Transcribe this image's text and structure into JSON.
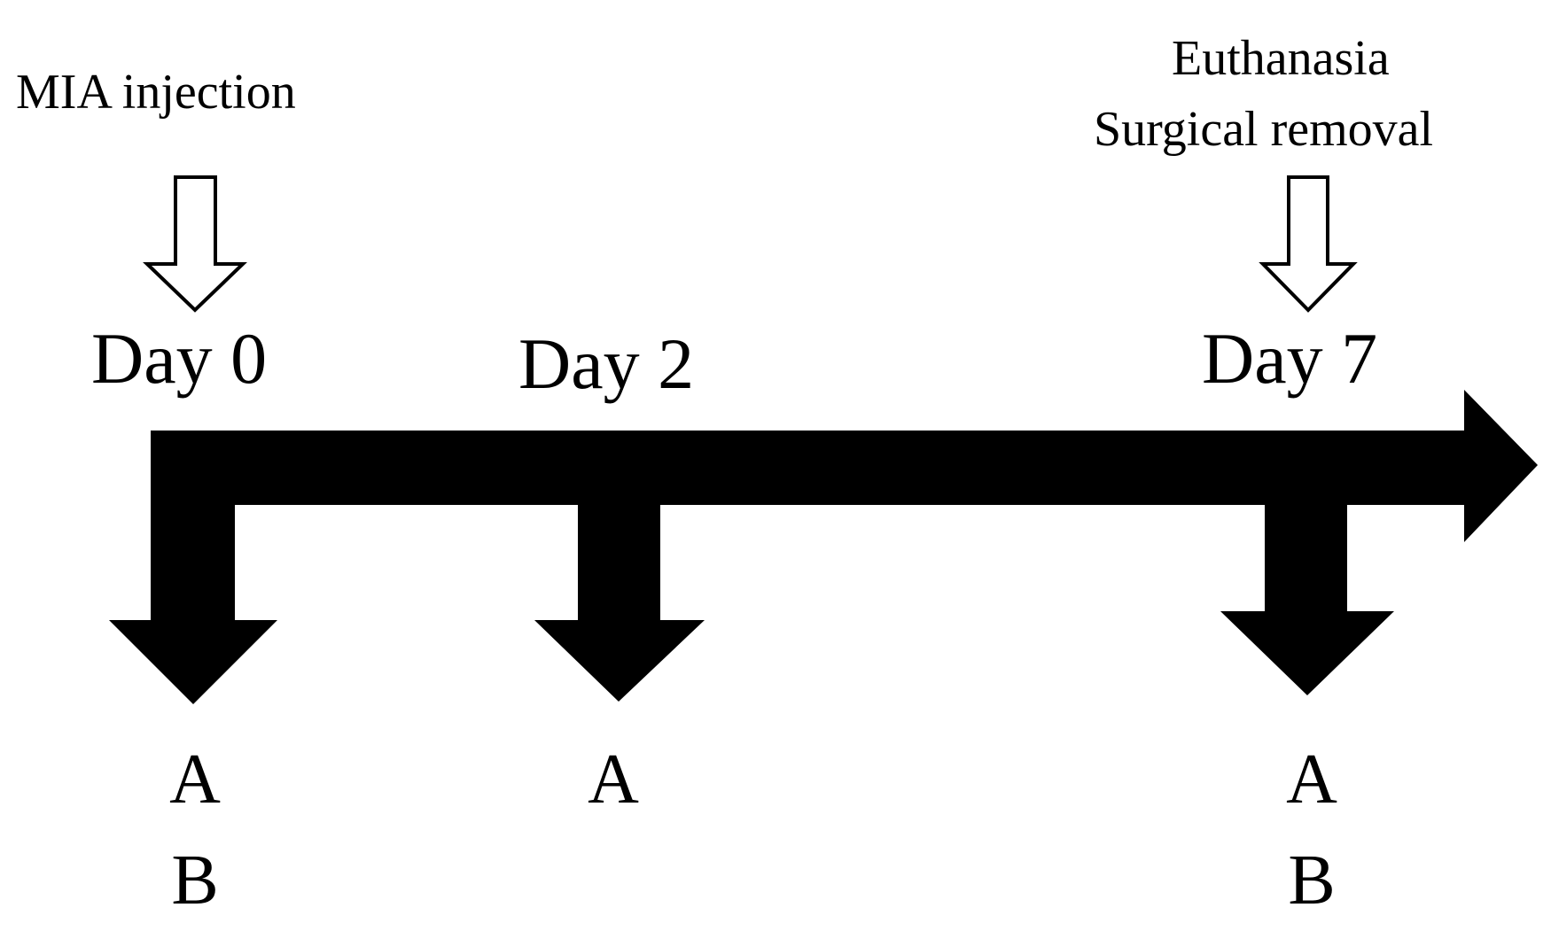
{
  "events": {
    "day0": "MIA injection",
    "day7_line1": "Euthanasia",
    "day7_line2": "Surgical removal"
  },
  "days": {
    "day0": "Day 0",
    "day2": "Day 2",
    "day7": "Day 7"
  },
  "measurements": {
    "day0_a": "A",
    "day0_b": "B",
    "day2_a": "A",
    "day7_a": "A",
    "day7_b": "B"
  },
  "colors": {
    "arrow_fill": "#000000",
    "text": "#000000",
    "background": "#ffffff"
  }
}
